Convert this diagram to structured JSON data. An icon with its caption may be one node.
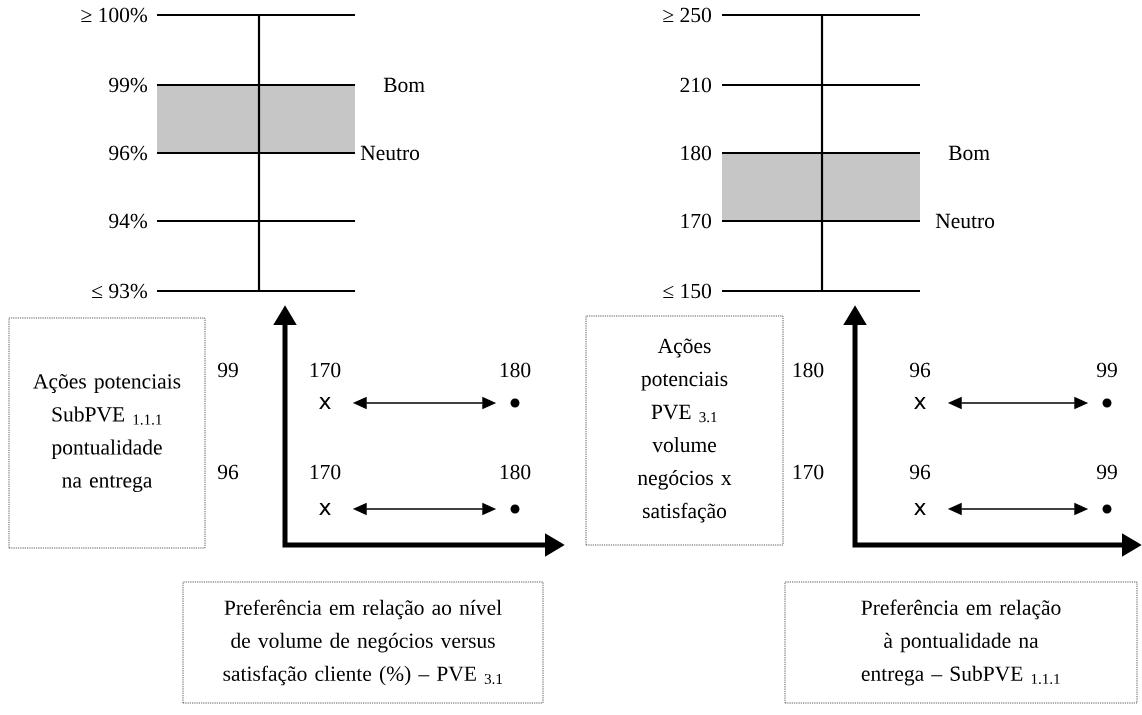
{
  "diagram": {
    "nodes": [
      {
        "text": [
          "Ações potenciais SubPVE $_{1.1.1}$ pontualidade na entrega"
        ]
      },
      {
        "text": [
          "Preferência em relação ao nível de volume de negócios versus satisfação cliente (%) – PVE $_{3.1}$"
        ]
      },
      {
        "text": [
          "Ações potenciais PVE $_{3.1}$ volume negócios x satisfação"
        ]
      },
      {
        "text": [
          "Preferência em relação à pontualidade na entrega – SubPVE $_{1.1.1}$"
        ]
      },
      {
        "text": [
          "x"
        ],
        "beside": [
          "170"
        ]
      },
      {
        "text": [],
        "shape": "circle",
        "beside": [
          "180"
        ]
      },
      {
        "text": [
          "x"
        ],
        "beside": [
          "170"
        ]
      },
      {
        "text": [],
        "shape": "circle",
        "beside": [
          "180"
        ]
      },
      {
        "text": [
          "x"
        ],
        "beside": [
          "96"
        ]
      },
      {
        "text": [],
        "shape": "circle",
        "beside": [
          "99"
        ]
      },
      {
        "text": [
          "x"
        ],
        "beside": [
          "96"
        ]
      },
      {
        "text": [],
        "shape": "circle",
        "beside": [
          "99"
        ]
      }
    ],
    "edges": [
      {
        "from": 4,
        "to": 5,
        "arrow": "both"
      },
      {
        "from": 6,
        "to": 7,
        "arrow": "both"
      },
      {
        "from": 8,
        "to": 9,
        "arrow": "both"
      },
      {
        "from": 10,
        "to": 11,
        "arrow": "both"
      }
    ],
    "labels": [
      "≥ 100%",
      "99%",
      "96%",
      "94%",
      "≤ 93%",
      "Bom",
      "Neutro",
      "≥ 250",
      "210",
      "180",
      "170",
      "≤ 150",
      "Bom",
      "Neutro",
      "99",
      "96",
      "180",
      "170"
    ]
  }
}
